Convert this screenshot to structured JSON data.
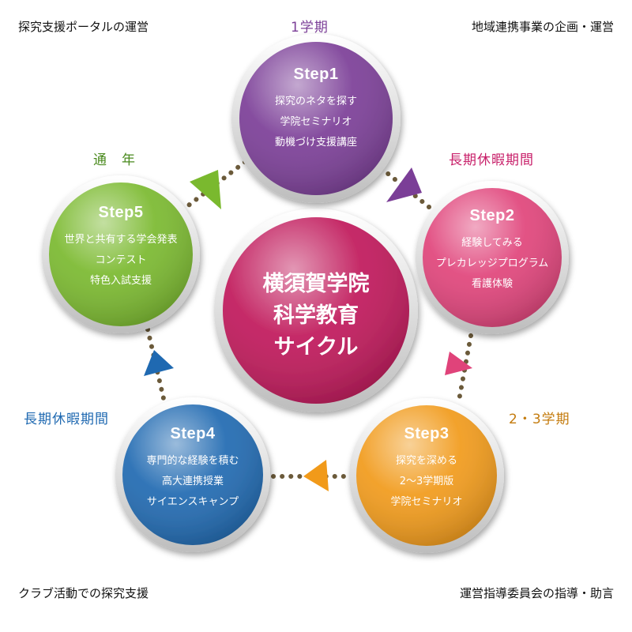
{
  "corners": {
    "top_left": "探究支援ポータルの運営",
    "top_right": "地域連携事業の企画・運営",
    "bottom_left": "クラブ活動での探究支援",
    "bottom_right": "運営指導委員会の指導・助言"
  },
  "phases": {
    "step1": "1学期",
    "step2": "長期休暇期間",
    "step3": "2・3学期",
    "step4": "長期休暇期間",
    "step5": "通　年"
  },
  "center": {
    "lines": [
      "横須賀学院",
      "科学教育",
      "サイクル"
    ],
    "color": "#c0185a"
  },
  "steps": [
    {
      "title": "Step1",
      "items": [
        "探究のネタを探す",
        "学院セミナリオ",
        "動機づけ支援講座"
      ],
      "color": "#7b3e97"
    },
    {
      "title": "Step2",
      "items": [
        "経験してみる",
        "プレカレッジプログラム",
        "看護体験"
      ],
      "color": "#e0437a"
    },
    {
      "title": "Step3",
      "items": [
        "探究を深める",
        "2～3学期版",
        "学院セミナリオ"
      ],
      "color": "#f19a1a"
    },
    {
      "title": "Step4",
      "items": [
        "専門的な経験を積む",
        "高大連携授業",
        "サイエンスキャンプ"
      ],
      "color": "#1f69b1"
    },
    {
      "title": "Step5",
      "items": [
        "世界と共有する学会発表",
        "コンテスト",
        "特色入試支援"
      ],
      "color": "#7ab92e"
    }
  ],
  "phase_colors": {
    "step1": "#7b3e97",
    "step2": "#c8206a",
    "step3": "#c47b0d",
    "step4": "#1f69b1",
    "step5": "#4a8a1e"
  },
  "arrow_colors": [
    "#7b3e97",
    "#e0437a",
    "#f19a1a",
    "#1f69b1",
    "#7ab92e"
  ],
  "connector_color": "#6b5a3a"
}
